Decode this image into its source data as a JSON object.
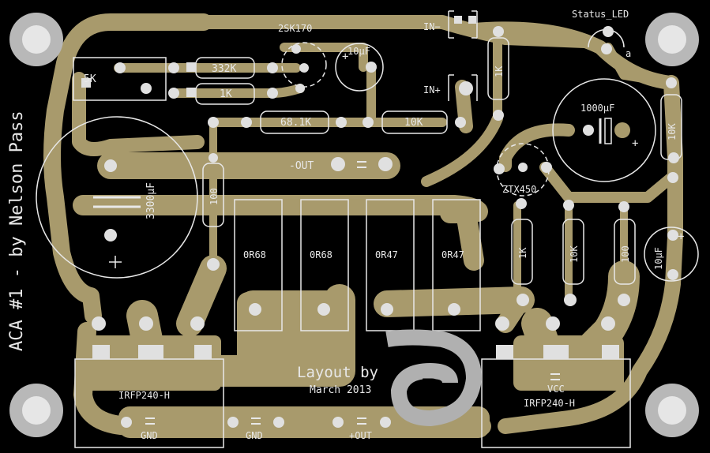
{
  "board": {
    "side_title": "ACA #1 - by Nelson Pass",
    "credit_line": "Layout by",
    "credit_date": "March 2013",
    "logo_letter": "R"
  },
  "colors": {
    "background": "#000000",
    "copper": "#a89a6c",
    "silkscreen": "#e8e8e8",
    "pad": "#c8c8c8",
    "logo": "#b0b0b0"
  },
  "labels": {
    "pot": "5K",
    "r332k": "332K",
    "r1k_top": "1K",
    "jfet": "2SK170",
    "cap10u_top": "10μF",
    "in_minus": "IN−",
    "in_plus": "IN+",
    "r1k_vert": "1K",
    "status_led": "Status_LED",
    "led_pin": "a",
    "r68k": "68.1K",
    "r10k_mid": "10K",
    "cap1000u": "1000μF",
    "r10k_right": "10K",
    "out_minus": "-OUT",
    "cap3300u": "3300μF",
    "r100_left": "100",
    "zetex": "ZTX450",
    "r0r68_a": "0R68",
    "r0r68_b": "0R68",
    "r0r47_a": "0R47",
    "r0r47_b": "0R47",
    "r1k_bot": "1K",
    "r10k_bot": "10K",
    "r100_bot": "100",
    "cap10u_right": "10μF",
    "mosfet_left": "IRFP240-H",
    "mosfet_right": "IRFP240-H",
    "vcc": "VCC",
    "gnd_left": "GND",
    "gnd_mid": "GND",
    "out_plus": "+OUT"
  }
}
